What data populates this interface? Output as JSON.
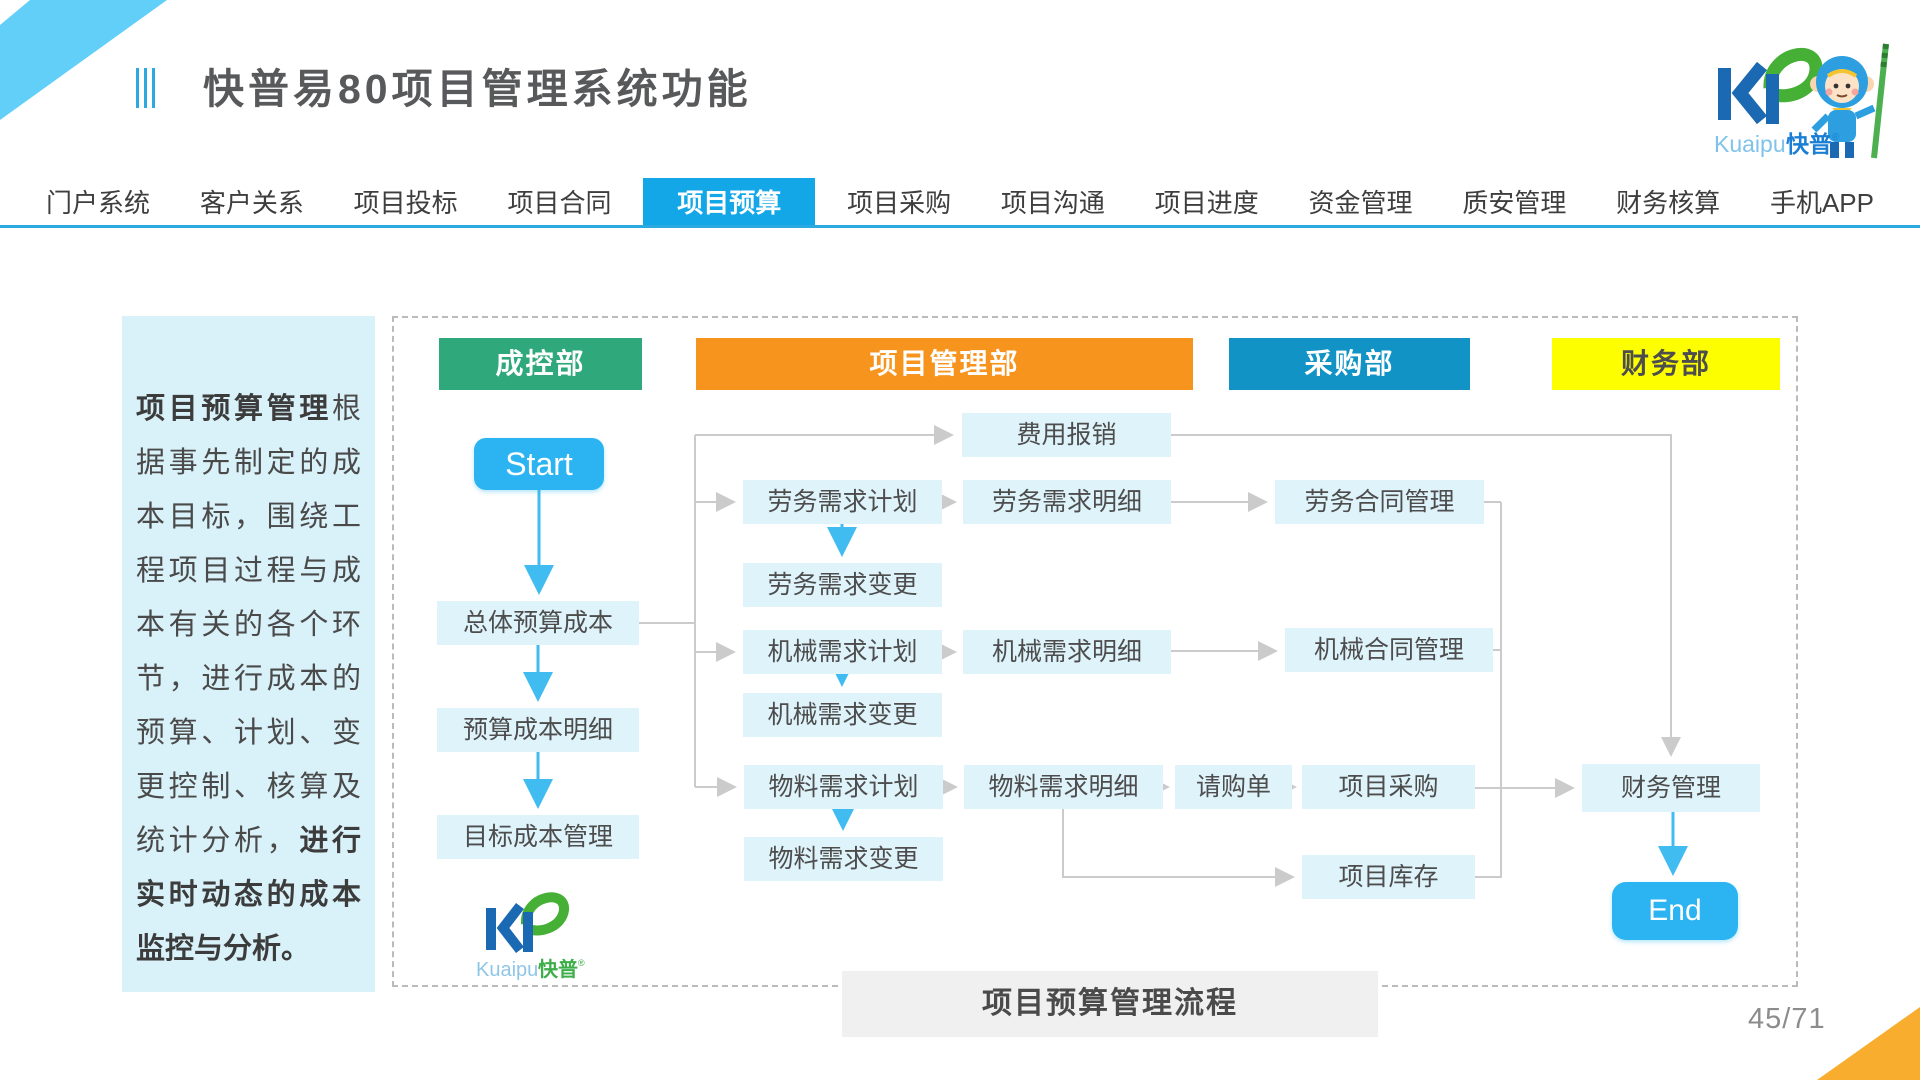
{
  "page": {
    "title": "快普易80项目管理系统功能",
    "page_number": "45/71"
  },
  "brand": {
    "name_en": "Kuaipu",
    "name_cn": "快普",
    "reg_mark": "®"
  },
  "nav": {
    "tabs": [
      {
        "label": "门户系统",
        "active": false
      },
      {
        "label": "客户关系",
        "active": false
      },
      {
        "label": "项目投标",
        "active": false
      },
      {
        "label": "项目合同",
        "active": false
      },
      {
        "label": "项目预算",
        "active": true
      },
      {
        "label": "项目采购",
        "active": false
      },
      {
        "label": "项目沟通",
        "active": false
      },
      {
        "label": "项目进度",
        "active": false
      },
      {
        "label": "资金管理",
        "active": false
      },
      {
        "label": "质安管理",
        "active": false
      },
      {
        "label": "财务核算",
        "active": false
      },
      {
        "label": "手机APP",
        "active": false
      }
    ]
  },
  "sidebar": {
    "lead": "项目预算管理",
    "body": "根据事先制定的成本目标，围绕工程项目过程与成本有关的各个环节，进行成本的预算、计划、变更控制、核算及统计分析，",
    "tail": "进行实时动态的成本监控与分析。"
  },
  "flowchart": {
    "caption": "项目预算管理流程",
    "departments": [
      {
        "label": "成控部",
        "color": "#2FA87C"
      },
      {
        "label": "项目管理部",
        "color": "#F7941E"
      },
      {
        "label": "采购部",
        "color": "#1193C6"
      },
      {
        "label": "财务部",
        "color": "#FDFF00"
      }
    ],
    "nodes": {
      "start": "Start",
      "overall_budget": "总体预算成本",
      "budget_detail": "预算成本明细",
      "target_cost": "目标成本管理",
      "expense": "费用报销",
      "labor_plan": "劳务需求计划",
      "labor_detail": "劳务需求明细",
      "labor_contract": "劳务合同管理",
      "labor_change": "劳务需求变更",
      "machine_plan": "机械需求计划",
      "machine_detail": "机械需求明细",
      "machine_contract": "机械合同管理",
      "machine_change": "机械需求变更",
      "material_plan": "物料需求计划",
      "material_detail": "物料需求明细",
      "purchase_request": "请购单",
      "project_purchase": "项目采购",
      "material_change": "物料需求变更",
      "inventory": "项目库存",
      "finance": "财务管理",
      "end": "End"
    }
  },
  "colors": {
    "accent_blue": "#14A7E8",
    "light_band_blue": "#62CFF8",
    "node_fill": "#DFF3FB",
    "pill_blue": "#2BB4F1",
    "connector_gray": "#CBCBCB",
    "arrow_blue": "#41BCF0",
    "corner_orange": "#F8AD2E"
  }
}
